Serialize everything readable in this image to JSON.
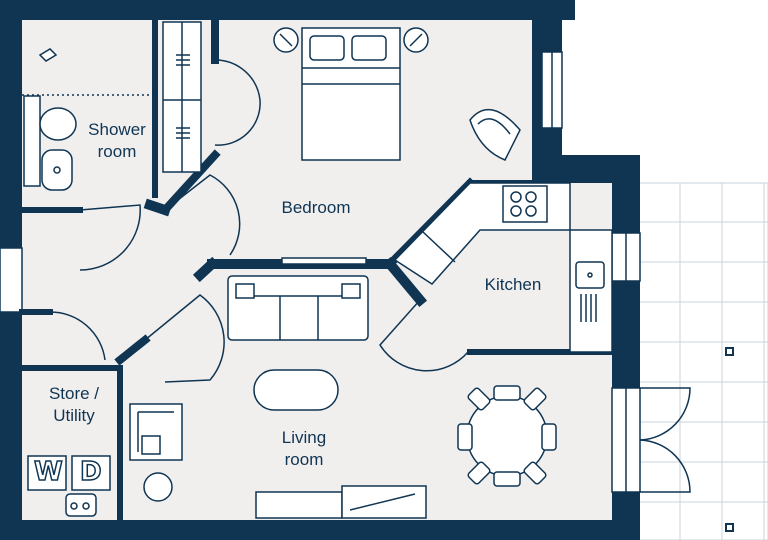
{
  "rooms": [
    {
      "id": "shower",
      "lines": [
        "Shower",
        "room"
      ]
    },
    {
      "id": "bedroom",
      "lines": [
        "Bedroom"
      ]
    },
    {
      "id": "kitchen",
      "lines": [
        "Kitchen"
      ]
    },
    {
      "id": "store",
      "lines": [
        "Store /",
        "Utility"
      ]
    },
    {
      "id": "living",
      "lines": [
        "Living",
        "room"
      ]
    }
  ],
  "appliances": {
    "washer": "W",
    "dryer": "D"
  },
  "colors": {
    "wall": "#0f3553",
    "floor": "#f1efee",
    "line": "#0f3553",
    "terrace_grid": "#c9d3dc"
  }
}
